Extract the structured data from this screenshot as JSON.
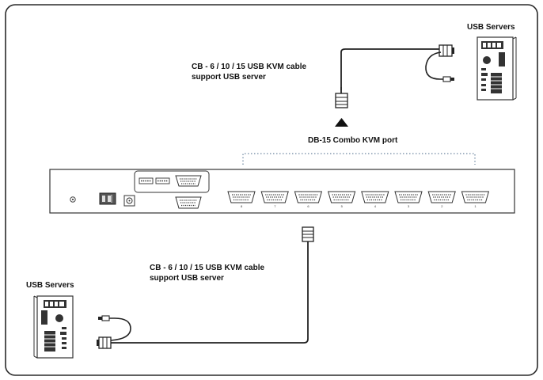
{
  "servers_top_label": "USB Servers",
  "servers_bottom_label": "USB Servers",
  "cable_top_line1": "CB - 6 / 10 / 15 USB KVM cable",
  "cable_top_line2": "support USB server",
  "cable_bottom_line1": "CB - 6 / 10 / 15 USB KVM cable",
  "cable_bottom_line2": "support USB server",
  "port_label": "DB-15 Combo KVM port",
  "port_numbers": [
    "8",
    "7",
    "6",
    "5",
    "4",
    "3",
    "2",
    "1"
  ]
}
